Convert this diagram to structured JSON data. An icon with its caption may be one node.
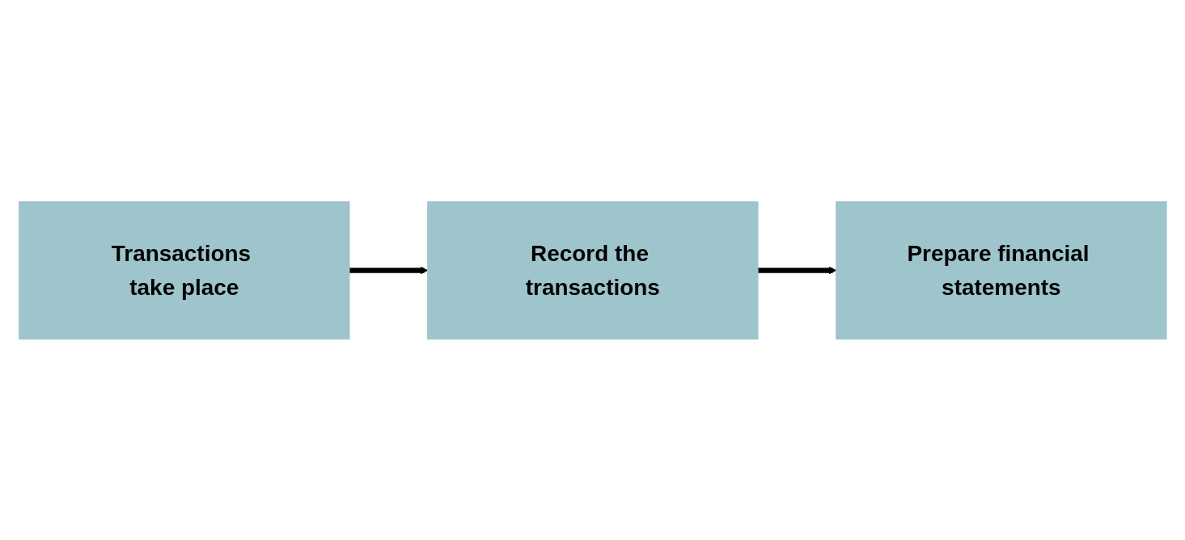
{
  "diagram": {
    "nodes": [
      {
        "text": [
          "Transactions take place"
        ]
      },
      {
        "text": [
          "Record the transactions"
        ]
      },
      {
        "text": [
          "Prepare financial statements"
        ]
      }
    ],
    "edges": [
      {
        "from": 0,
        "to": 1,
        "arrow": "to"
      },
      {
        "from": 1,
        "to": 2,
        "arrow": "to"
      }
    ]
  }
}
